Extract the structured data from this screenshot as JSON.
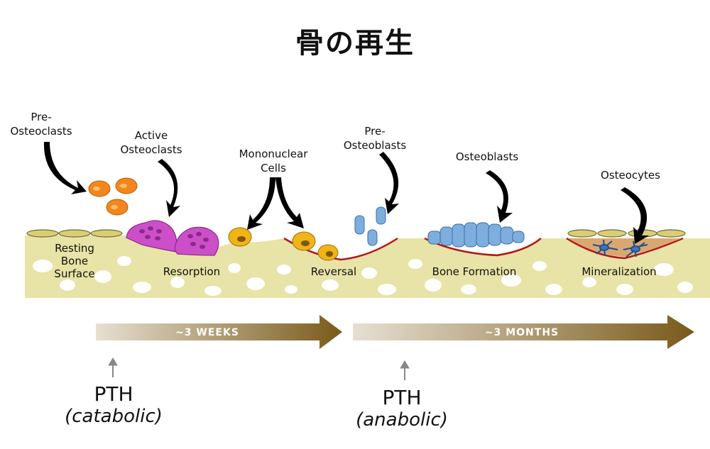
{
  "title": "骨の再生",
  "cell_labels": {
    "pre_osteoclasts": [
      "Pre-",
      "Osteoclasts"
    ],
    "active_osteoclasts": [
      "Active",
      "Osteoclasts"
    ],
    "mononuclear_cells": [
      "Mononuclear",
      "Cells"
    ],
    "pre_osteoblasts": [
      "Pre-",
      "Osteoblasts"
    ],
    "osteoblasts": [
      "Osteoblasts"
    ],
    "osteocytes": [
      "Osteocytes"
    ]
  },
  "stages": {
    "resting": [
      "Resting",
      "Bone",
      "Surface"
    ],
    "resorption": "Resorption",
    "reversal": "Reversal",
    "formation": "Bone Formation",
    "mineralization": "Mineralization"
  },
  "timeline": {
    "weeks": "~3 WEEKS",
    "months": "~3 MONTHS"
  },
  "pth": {
    "catabolic": {
      "name": "PTH",
      "mode": "(catabolic)"
    },
    "anabolic": {
      "name": "PTH",
      "mode": "(anabolic)"
    }
  },
  "colors": {
    "bone": "#e8e3a6",
    "osteoclast": "#cc4fc9",
    "mononuclear": "#f0b318",
    "pre_osteoclast": "#f5861c",
    "osteoblast": "#7eaedd",
    "reversal_line": "#b5161b",
    "arrow_dark": "#7a5a1a",
    "arrow_light": "#e0d8c8"
  }
}
